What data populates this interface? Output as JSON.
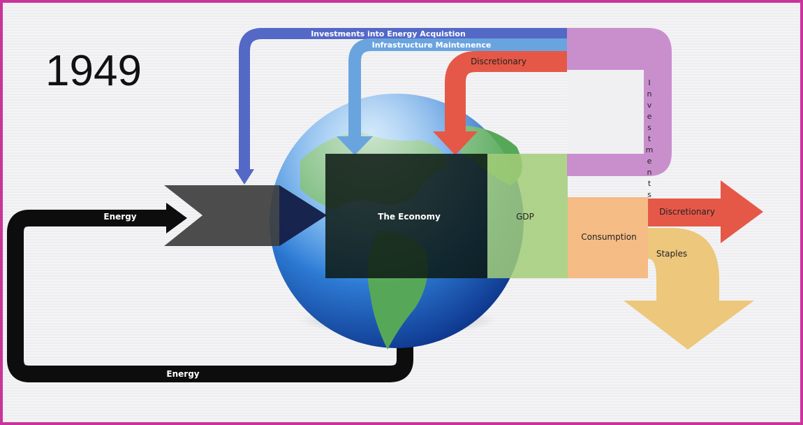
{
  "year": "1949",
  "labels": {
    "energy_in": "Energy",
    "energy_loop": "Energy",
    "economy": "The Economy",
    "gdp": "GDP",
    "consumption": "Consumption",
    "discretionary_out": "Discretionary",
    "staples": "Staples",
    "investments_energy": "Investments into Energy Acquistion",
    "infrastructure": "Infrastructure Maintenence",
    "discretionary_loop": "Discretionary",
    "investments_vertical": "Investments"
  },
  "colors": {
    "frame_border": "#c9349b",
    "energy_flow": "#0d0d0d",
    "energy_arrow": "#4a4a4a",
    "investments_energy": "#5468c6",
    "infrastructure": "#6aa4df",
    "discretionary": "#e55847",
    "investments": "#c98fcd",
    "gdp": "#a2cd78",
    "consumption": "#f4b67c",
    "staples": "#ecc77c"
  }
}
